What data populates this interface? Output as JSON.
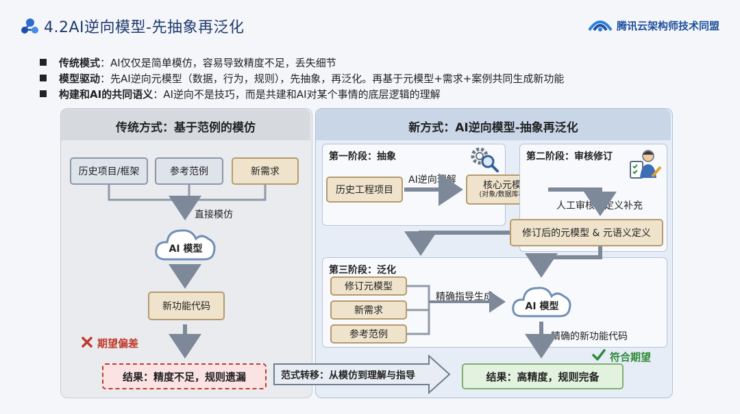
{
  "header": {
    "title": "4.2AI逆向模型-先抽象再泛化",
    "brand": "腾讯云架构师技术同盟"
  },
  "bullets": [
    {
      "key": "传统模式",
      "text": "：AI仅仅是简单模仿，容易导致精度不足，丢失细节"
    },
    {
      "key": "模型驱动",
      "text": "：先AI逆向元模型（数据，行为，规则），先抽象，再泛化。再基于元模型+需求+案例共同生成新功能"
    },
    {
      "key": "构建和AI的共同语义",
      "text": "：AI逆向不是技巧，而是共建和AI对某个事情的底层逻辑的理解"
    }
  ],
  "left_panel": {
    "title": "传统方式：基于范例的模仿",
    "inputs": [
      "历史项目/框架",
      "参考范例",
      "新需求"
    ],
    "edge_label": "直接模仿",
    "model": "AI 模型",
    "output": "新功能代码",
    "warning": "期望偏差",
    "result": "结果：精度不足，规则遗漏"
  },
  "right_panel": {
    "title": "新方式：AI逆向模型-抽象再泛化",
    "stage1": {
      "title": "第一阶段：抽象",
      "source": "历史工程项目",
      "edge_label": "AI逆向理解",
      "core_model": "核心元模型",
      "core_model_sub": "(对象/数据库模型)"
    },
    "stage2": {
      "title": "第二阶段：审核修订",
      "edge_label": "人工审核与定义补充",
      "revised": "修订后的元模型 & 元语义定义"
    },
    "stage3": {
      "title": "第三阶段：泛化",
      "inputs": [
        "修订元模型",
        "新需求",
        "参考范例"
      ],
      "edge_label": "精确指导生成",
      "model": "AI 模型",
      "output_label": "精确的新功能代码"
    },
    "ok": "符合期望",
    "result": "结果：高精度，规则完备"
  },
  "transition": "范式转移：从模仿到理解与指导",
  "colors": {
    "title": "#1f3a6d",
    "brand": "#1e4f9c",
    "arrow": "#7d8898",
    "warn": "#c0392b",
    "ok": "#2e8b3a"
  }
}
